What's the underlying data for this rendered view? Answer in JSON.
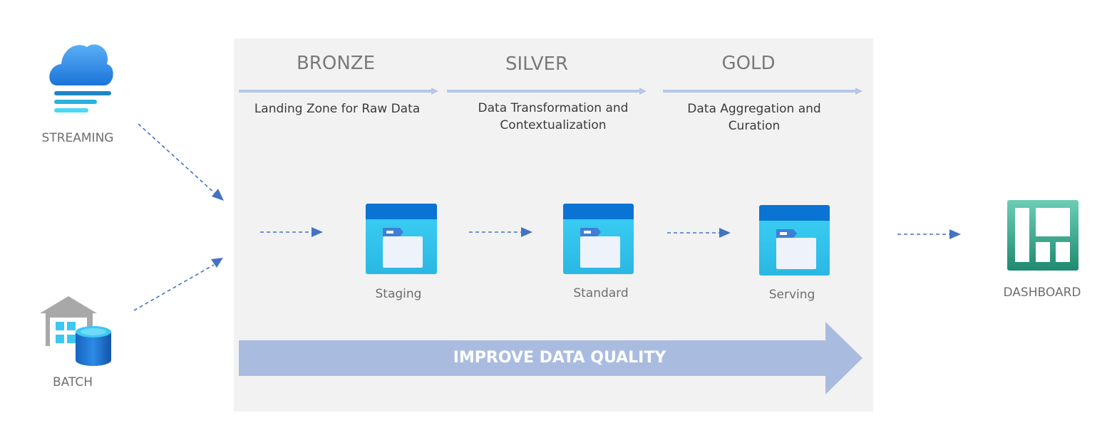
{
  "sources": {
    "streaming": {
      "label": "STREAMING",
      "icon": "cloud-streaming-icon"
    },
    "batch": {
      "label": "BATCH",
      "icon": "warehouse-database-icon"
    }
  },
  "tiers": [
    {
      "title": "BRONZE",
      "description_lines": [
        "Landing Zone for Raw Data"
      ],
      "store": "Staging"
    },
    {
      "title": "SILVER",
      "description_lines": [
        "Data Transformation and",
        "Contextualization"
      ],
      "store": "Standard"
    },
    {
      "title": "GOLD",
      "description_lines": [
        "Data Aggregation and",
        "Curation"
      ],
      "store": "Serving"
    }
  ],
  "quality_arrow": {
    "label": "IMPROVE DATA QUALITY"
  },
  "output": {
    "label": "DASHBOARD",
    "icon": "dashboard-icon"
  },
  "colors": {
    "panel": "#f2f2f2",
    "flow_arrow": "#4472c4",
    "tier_line": "#b4c7e7",
    "quality_arrow": "#a9bce0",
    "folder_top": "#0078d4",
    "folder_body": "#34c6ee",
    "dashboard": "#2fa88e"
  }
}
